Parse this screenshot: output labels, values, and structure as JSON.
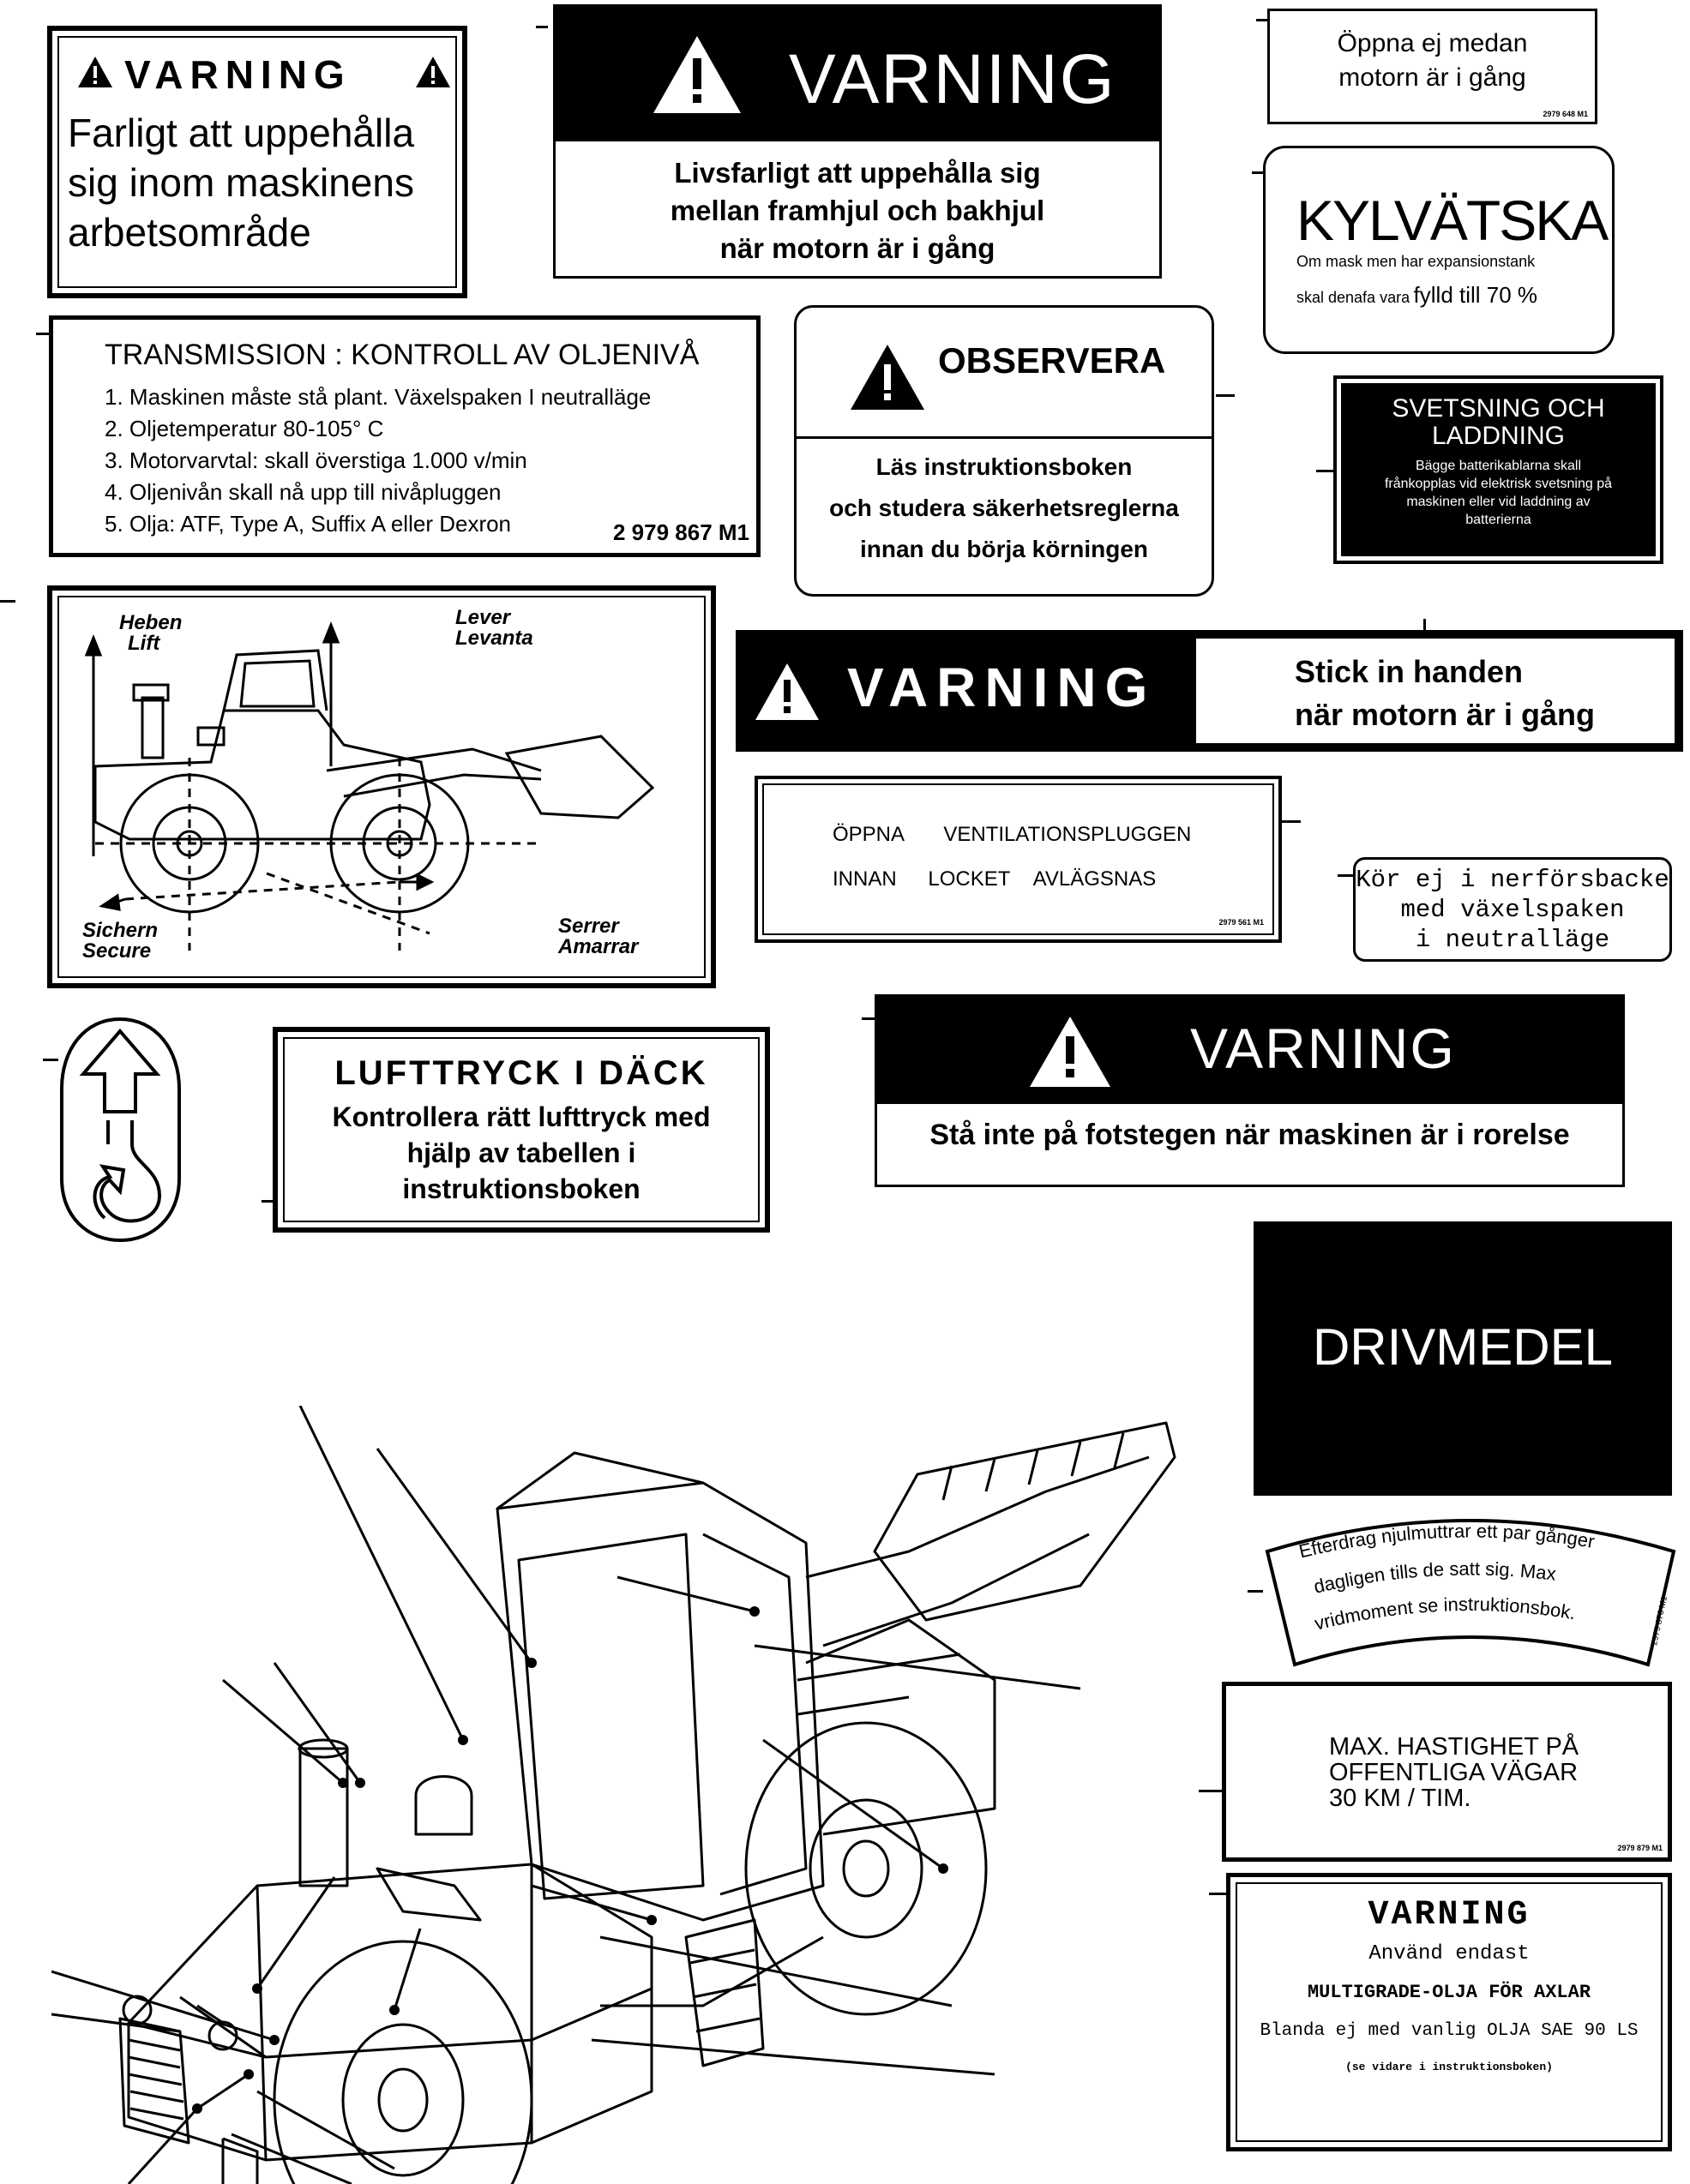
{
  "labels": {
    "varning_area": {
      "heading": "VARNING",
      "text_line1": "Farligt att uppehålla",
      "text_line2": "sig inom maskinens",
      "text_line3": "arbetsområde"
    },
    "varning_wheels": {
      "heading": "VARNING",
      "line1": "Livsfarligt att uppehålla sig",
      "line2": "mellan framhjul och bakhjul",
      "line3": "när motorn är i gång"
    },
    "oppna_ej": {
      "line1": "Öppna ej medan",
      "line2": "motorn är i gång",
      "code": "2979 648 M1"
    },
    "kylvatska": {
      "heading": "KYLVÄTSKA",
      "line1": "Om mask men har expansionstank",
      "line2_a": "skal denafa vara",
      "line2_b": "fylld till 70 %"
    },
    "transmission": {
      "heading": "TRANSMISSION :  KONTROLL  AV  OLJENIVÅ",
      "items": [
        "1. Maskinen måste stå plant. Växelspaken I neutralläge",
        "2. Oljetemperatur 80-105° C",
        "3. Motorvarvtal: skall överstiga 1.000 v/min",
        "4. Oljenivån skall nå upp till nivåpluggen",
        "5. Olja: ATF, Type A, Suffix A eller Dexron"
      ],
      "code": "2 979 867 M1"
    },
    "observera": {
      "heading": "OBSERVERA",
      "line1": "Läs instruktionsboken",
      "line2": "och studera säkerhetsreglerna",
      "line3": "innan du börja körningen"
    },
    "svetsning": {
      "heading1": "SVETSNING OCH",
      "heading2": "LADDNING",
      "line1": "Bägge batterikablarna skall",
      "line2": "frånkopplas vid elektrisk svetsning på",
      "line3": "maskinen eller vid laddning av",
      "line4": "batterierna"
    },
    "lift_diagram": {
      "lift1": "Heben",
      "lift2": "Lift",
      "lever1": "Lever",
      "lever2": "Levanta",
      "secure1": "Sichern",
      "secure2": "Secure",
      "serrer1": "Serrer",
      "serrer2": "Amarrar"
    },
    "stick_hand": {
      "heading": "VARNING",
      "line1": "Stick in handen",
      "line2": "när motorn är i gång"
    },
    "ventilation": {
      "line1_a": "ÖPPNA",
      "line1_b": "VENTILATIONSPLUGGEN",
      "line2_a": "INNAN",
      "line2_b": "LOCKET",
      "line2_c": "AVLÄGSNAS",
      "code": "2979 561 M1"
    },
    "kor_ej": {
      "line1": "Kör ej i nerförsbacke",
      "line2": "med växelspaken",
      "line3": "i neutralläge"
    },
    "lufttryck": {
      "heading": "LUFTTRYCK I DÄCK",
      "line1": "Kontrollera rätt lufttryck med",
      "line2": "hjälp av tabellen i",
      "line3": "instruktionsboken"
    },
    "varning_steps": {
      "heading": "VARNING",
      "line1": "Stå inte på fotstegen när maskinen är i rorelse"
    },
    "drivmedel": {
      "heading": "DRIVMEDEL"
    },
    "efterdrag": {
      "line1": "Efterdrag njulmuttrar ett par gånger",
      "line2": "dagligen tills de satt sig. Max",
      "line3": "vridmoment se instruktionsbok.",
      "code": "2979 876 M1"
    },
    "max_hastighet": {
      "line1": "MAX. HASTIGHET PÅ",
      "line2": "OFFENTLIGA VÄGAR",
      "line3": "30 KM / TIM.",
      "code": "2979 879 M1"
    },
    "varning_olja": {
      "heading": "VARNING",
      "line1": "Använd endast",
      "line2": "MULTIGRADE-OLJA FÖR AXLAR",
      "line3": "Blanda ej med vanlig OLJA SAE 90 LS",
      "line4": "(se vidare i instruktionsboken)"
    }
  },
  "colors": {
    "ink": "#000000",
    "paper": "#ffffff"
  },
  "icons": [
    "warning-triangle-icon",
    "lifting-hook-icon",
    "wheel-loader-illustration"
  ]
}
